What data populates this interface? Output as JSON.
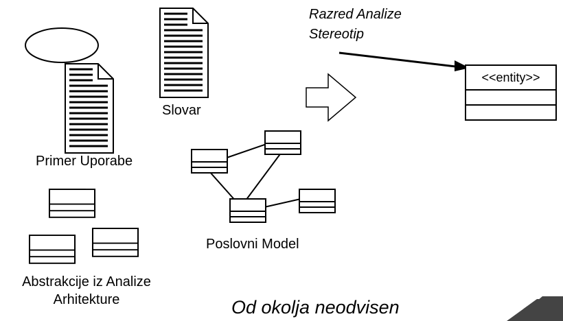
{
  "labels": {
    "use_case": "Primer Uporabe",
    "glossary": "Slovar",
    "business_model": "Poslovni Model",
    "arch_line1": "Abstrakcije iz Analize",
    "arch_line2": "Arhitekture",
    "stereotype_line1": "Razred Analize",
    "stereotype_line2": "Stereotip",
    "entity_stereotype": "<<entity>>",
    "footer": "Od okolja neodvisen"
  },
  "colors": {
    "stroke": "#000000",
    "fill": "#ffffff",
    "corner": "#444444"
  }
}
